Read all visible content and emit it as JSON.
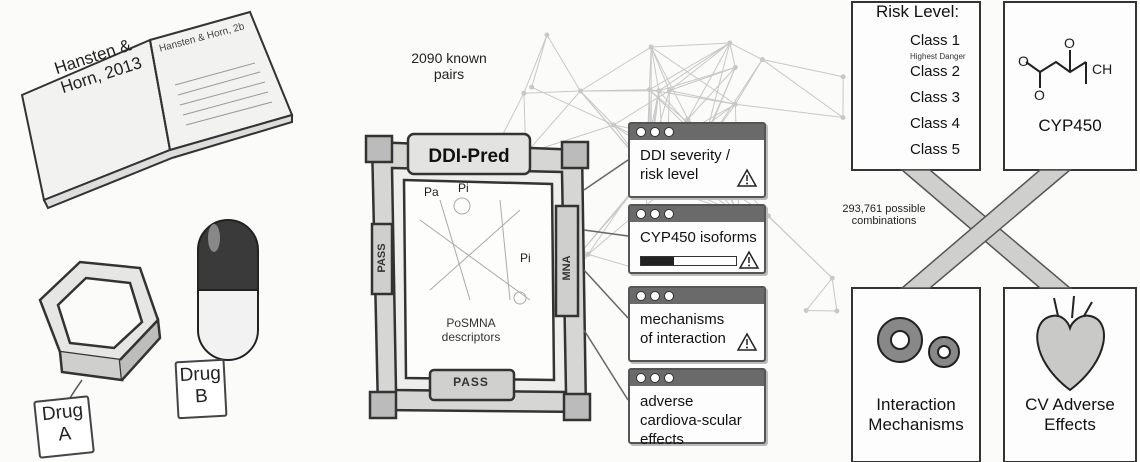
{
  "book": {
    "cover_text": "Hansten & Horn, 2013",
    "page_text": "Hansten & Horn, 2b"
  },
  "drugs": {
    "drug_a": "Drug A",
    "drug_b": "Drug B"
  },
  "network": {
    "known_pairs": "2090 known pairs"
  },
  "device": {
    "title": "DDI-Pred",
    "descriptor_label": "PoSMNA descriptors",
    "pass_bottom": "PASS",
    "pass_side": "PASS",
    "mna_side": "MNA"
  },
  "panels": [
    {
      "label": "DDI severity / risk level",
      "warning": true,
      "progress": null
    },
    {
      "label": "CYP450 isoforms",
      "warning": true,
      "progress": 0.35
    },
    {
      "label": "mechanisms of interaction",
      "warning": true,
      "progress": null
    },
    {
      "label": "adverse cardiova-scular effects",
      "warning": false,
      "progress": null
    }
  ],
  "risk": {
    "title": "Risk Level:",
    "classes": [
      {
        "label": "Class 1",
        "note": "Highest Danger",
        "icon": "burst-icon"
      },
      {
        "label": "Class 2",
        "icon": "warning-solid-icon"
      },
      {
        "label": "Class 3",
        "icon": "warning-outline-icon"
      },
      {
        "label": "Class 4",
        "icon": "neutral-face-icon"
      },
      {
        "label": "Class 5",
        "icon": "prohibited-icon"
      }
    ]
  },
  "boxes": {
    "cyp450": "CYP450",
    "interaction": "Interaction Mechanisms",
    "cv": "CV Adverse Effects"
  },
  "combinations": "293,761 possible combinations",
  "colors": {
    "ink": "#222222",
    "panel_bar": "#6a6a6a",
    "paper": "#fbfbfa"
  }
}
